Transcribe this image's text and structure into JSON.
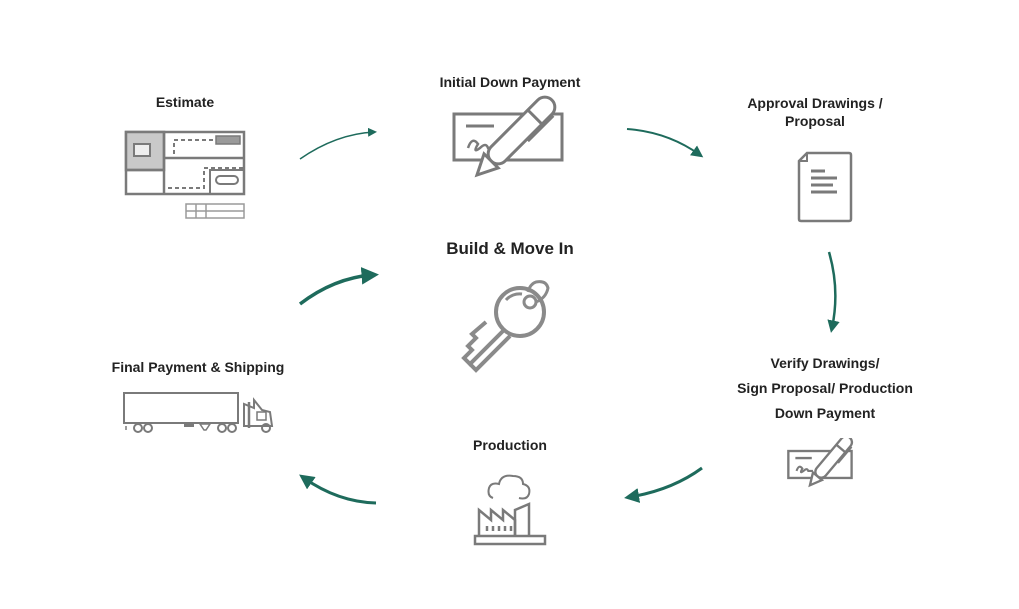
{
  "diagram": {
    "type": "process-cycle",
    "accent_color": "#1e6b5c",
    "icon_color": "#7a7a7a",
    "center": {
      "label": "Build & Move In",
      "icon": "key-icon"
    },
    "steps": [
      {
        "order": 1,
        "label": "Estimate",
        "icon": "floor-plan-icon"
      },
      {
        "order": 2,
        "label": "Initial Down Payment",
        "icon": "check-signing-icon"
      },
      {
        "order": 3,
        "label_lines": [
          "Approval Drawings /",
          "Proposal"
        ],
        "icon": "document-icon"
      },
      {
        "order": 4,
        "label_lines": [
          "Verify Drawings/",
          "Sign Proposal/ Production",
          "Down Payment"
        ],
        "icon": "check-signing-icon"
      },
      {
        "order": 5,
        "label": "Production",
        "icon": "factory-icon"
      },
      {
        "order": 6,
        "label": "Final Payment & Shipping",
        "icon": "truck-icon"
      }
    ],
    "arrows": [
      {
        "from": "Estimate",
        "to": "Initial Down Payment"
      },
      {
        "from": "Initial Down Payment",
        "to": "Approval Drawings / Proposal"
      },
      {
        "from": "Approval Drawings / Proposal",
        "to": "Verify Drawings/ Sign Proposal/ Production Down Payment"
      },
      {
        "from": "Verify Drawings/ Sign Proposal/ Production Down Payment",
        "to": "Production"
      },
      {
        "from": "Production",
        "to": "Final Payment & Shipping"
      },
      {
        "from": "Final Payment & Shipping",
        "to": "Build & Move In"
      }
    ]
  }
}
